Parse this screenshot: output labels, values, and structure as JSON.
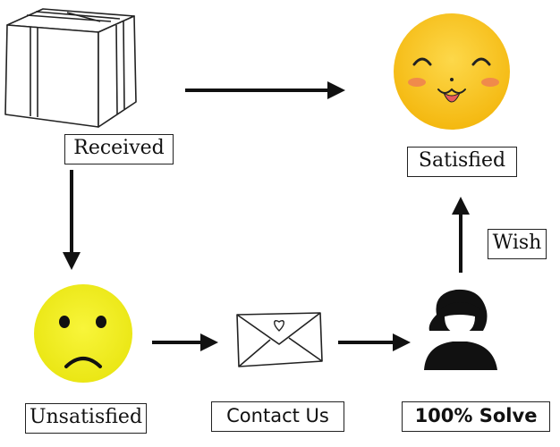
{
  "labels": {
    "received": "Received",
    "satisfied": "Satisfied",
    "wish": "Wish",
    "unsatisfied": "Unsatisfied",
    "contact": "Contact Us",
    "solve": "100% Solve"
  },
  "icons": {
    "box": "package-box-icon",
    "happy": "happy-face-icon",
    "sad": "sad-face-icon",
    "envelope": "heart-envelope-icon",
    "support": "support-agent-icon"
  },
  "colors": {
    "happy_face": "#f7c316",
    "sad_face": "#f2ef1a",
    "cheek": "#f08a4b",
    "line": "#111111"
  }
}
